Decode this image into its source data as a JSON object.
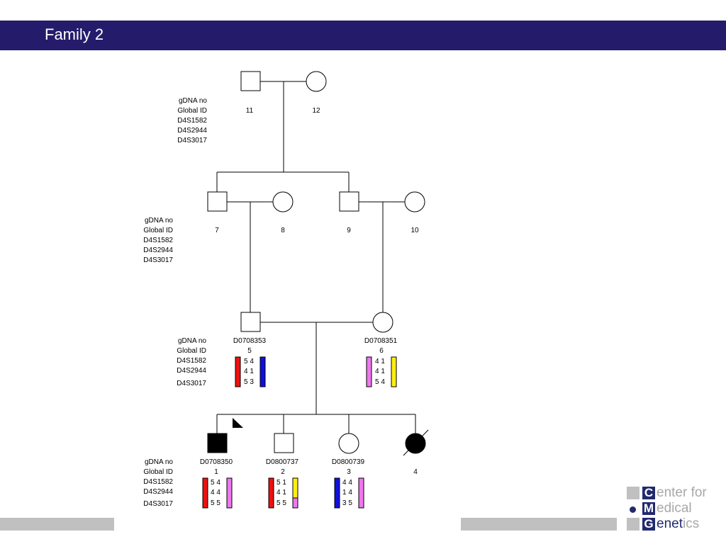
{
  "header": {
    "title": "Family 2"
  },
  "row_labels": [
    "gDNA no",
    "Global ID",
    "D4S1582",
    "D4S2944",
    "D4S3017"
  ],
  "colors": {
    "title_bar": "#241c6b",
    "red": "#ee1111",
    "blue": "#1010dd",
    "pink": "#ee77ee",
    "yellow": "#ffee11",
    "affected": "#000000",
    "footer_bar": "#c0c0c0"
  },
  "individuals": [
    {
      "id": "11",
      "gdna": "",
      "sex": "male",
      "affected": false
    },
    {
      "id": "12",
      "gdna": "",
      "sex": "female",
      "affected": false
    },
    {
      "id": "7",
      "gdna": "",
      "sex": "male",
      "affected": false
    },
    {
      "id": "8",
      "gdna": "",
      "sex": "female",
      "affected": false
    },
    {
      "id": "9",
      "gdna": "",
      "sex": "male",
      "affected": false
    },
    {
      "id": "10",
      "gdna": "",
      "sex": "female",
      "affected": false
    },
    {
      "id": "5",
      "gdna": "D0708353",
      "sex": "male",
      "affected": false,
      "alleles": [
        [
          "5",
          "4"
        ],
        [
          "4",
          "1"
        ],
        [
          "5",
          "3"
        ]
      ],
      "left_bar": "red",
      "right_bar": "blue"
    },
    {
      "id": "6",
      "gdna": "D0708351",
      "sex": "female",
      "affected": false,
      "alleles": [
        [
          "4",
          "1"
        ],
        [
          "4",
          "1"
        ],
        [
          "5",
          "4"
        ]
      ],
      "left_bar": "pink",
      "right_bar": "yellow"
    },
    {
      "id": "1",
      "gdna": "D0708350",
      "sex": "male",
      "affected": true,
      "proband": true,
      "alleles": [
        [
          "5",
          "4"
        ],
        [
          "4",
          "4"
        ],
        [
          "5",
          "5"
        ]
      ],
      "left_bar": "red",
      "right_bar": "pink"
    },
    {
      "id": "2",
      "gdna": "D0800737",
      "sex": "male",
      "affected": false,
      "alleles": [
        [
          "5",
          "1"
        ],
        [
          "4",
          "1"
        ],
        [
          "5",
          "5"
        ]
      ],
      "left_bar": "red",
      "right_bar": "yellow",
      "right_bar_bottom": "pink"
    },
    {
      "id": "3",
      "gdna": "D0800739",
      "sex": "female",
      "affected": false,
      "alleles": [
        [
          "4",
          "4"
        ],
        [
          "1",
          "4"
        ],
        [
          "3",
          "5"
        ]
      ],
      "left_bar": "blue",
      "right_bar": "pink"
    },
    {
      "id": "4",
      "gdna": "",
      "sex": "female",
      "affected": true,
      "deceased": true
    }
  ],
  "logo": {
    "line1_letter": "C",
    "line1_rest": "enter for",
    "line2_letter": "M",
    "line2_rest": "edical",
    "line3_letter": "G",
    "line3_dark": "en",
    "line3_mid": "et",
    "line3_end": "ics"
  }
}
